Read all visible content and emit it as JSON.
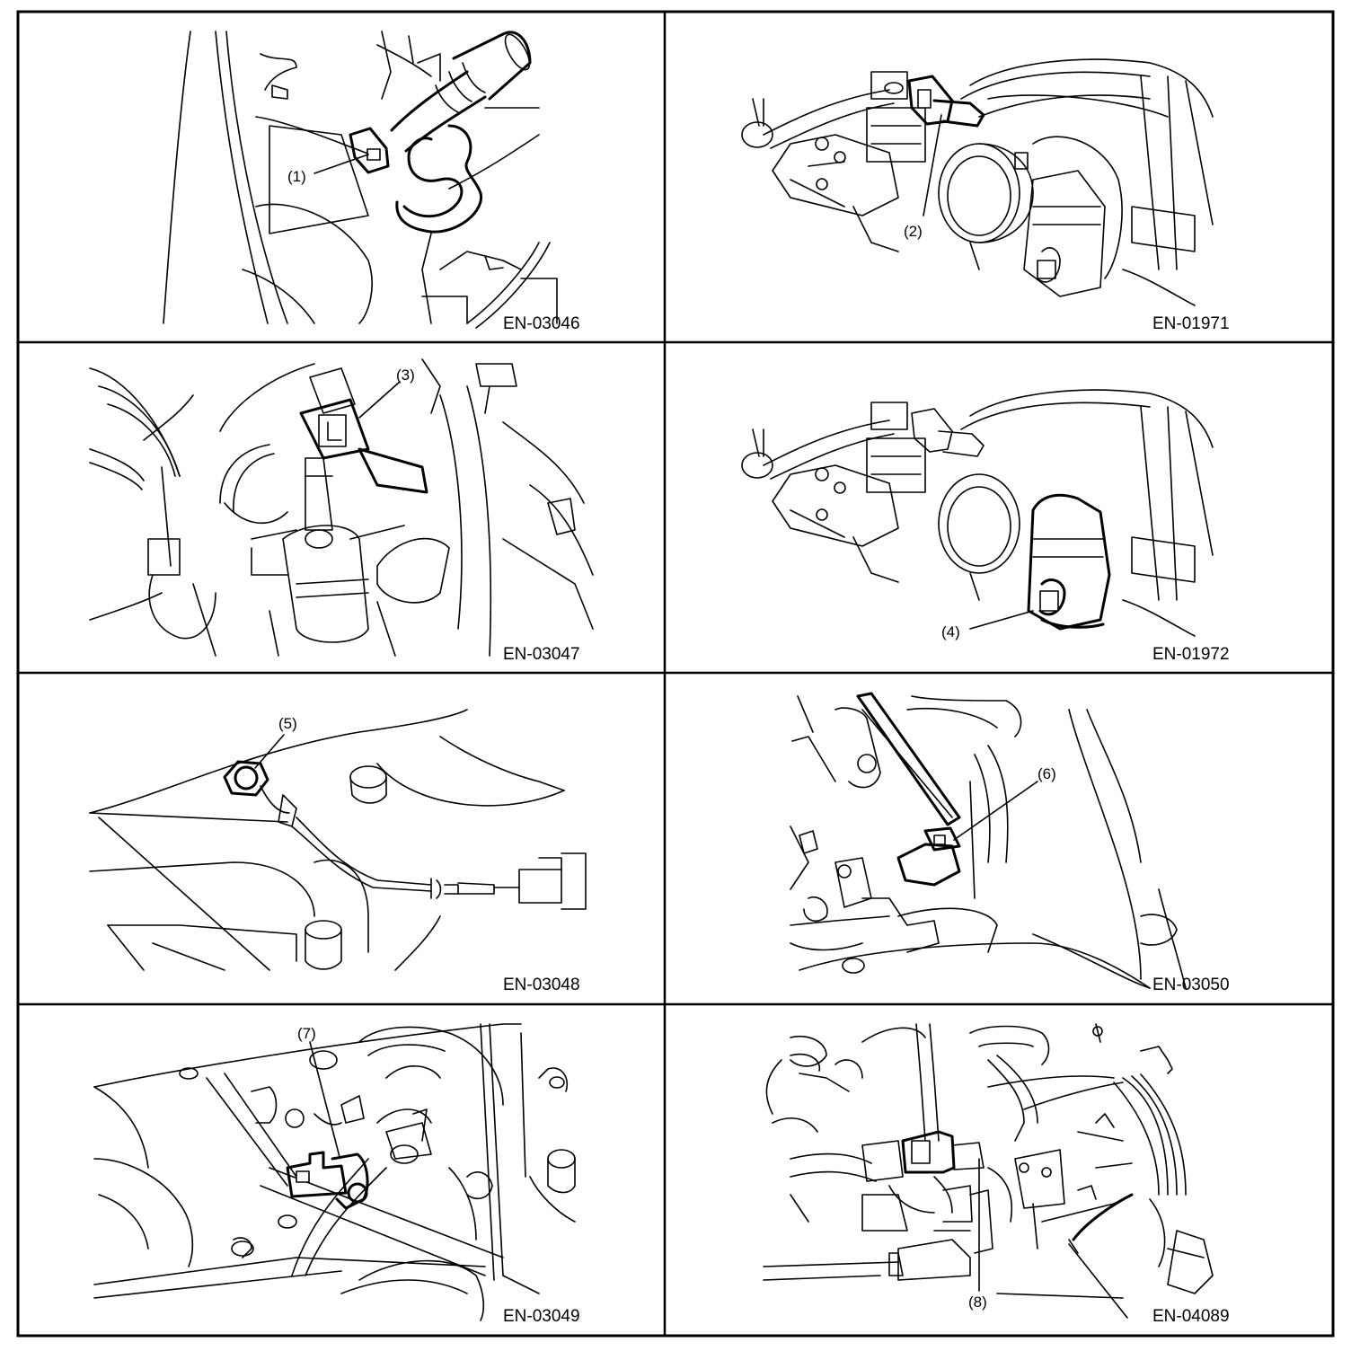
{
  "panels": [
    {
      "callout": "(1)",
      "code": "EN-03046"
    },
    {
      "callout": "(2)",
      "code": "EN-01971"
    },
    {
      "callout": "(3)",
      "code": "EN-03047"
    },
    {
      "callout": "(4)",
      "code": "EN-01972"
    },
    {
      "callout": "(5)",
      "code": "EN-03048"
    },
    {
      "callout": "(6)",
      "code": "EN-03050"
    },
    {
      "callout": "(7)",
      "code": "EN-03049"
    },
    {
      "callout": "(8)",
      "code": "EN-04089"
    }
  ]
}
